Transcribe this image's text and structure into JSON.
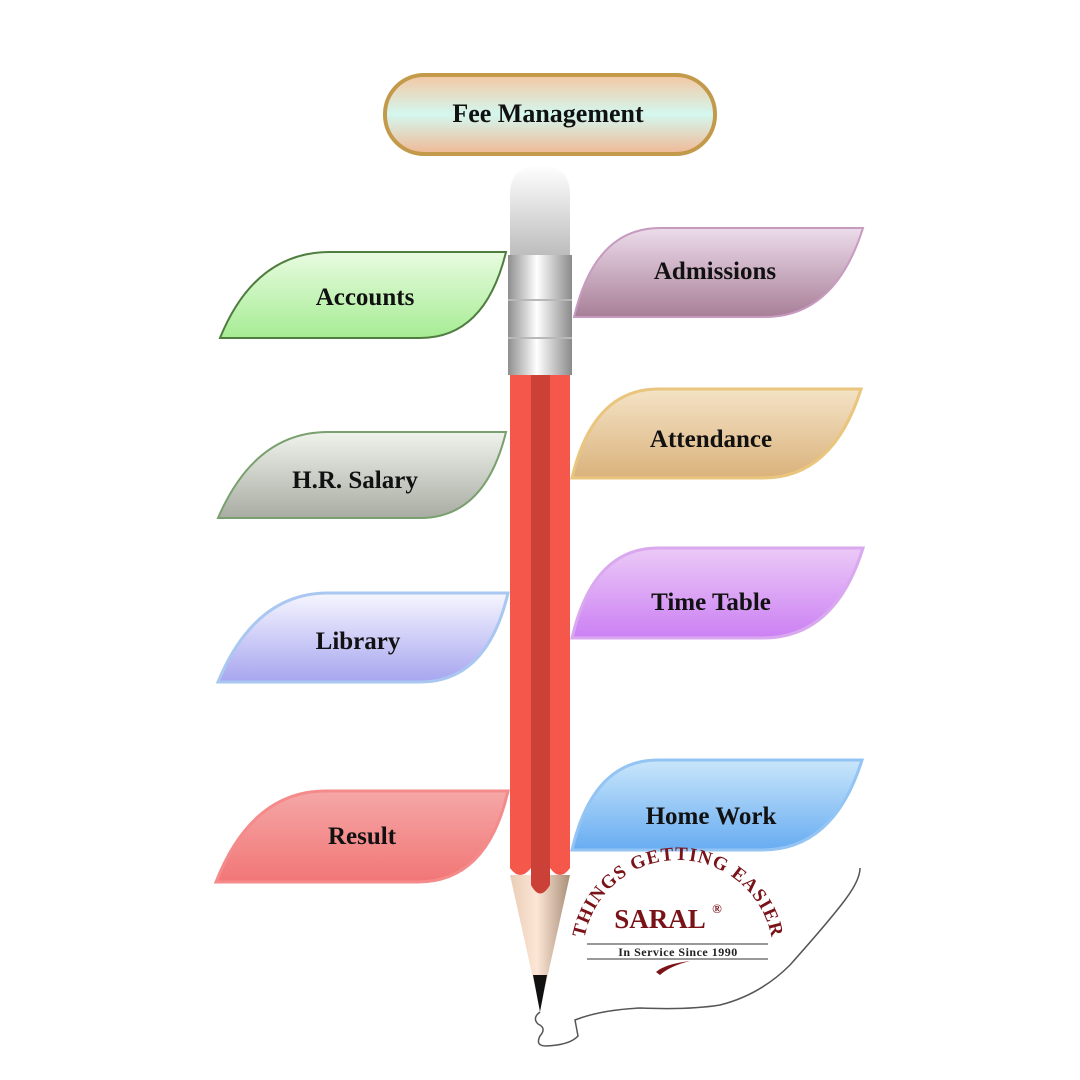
{
  "title": "Fee Management",
  "left_modules": [
    {
      "label": "Accounts",
      "colors": [
        "#e8fbe0",
        "#a6ec94"
      ],
      "stroke": "#4f7d3f"
    },
    {
      "label": "H.R. Salary",
      "colors": [
        "#f0f3ec",
        "#a9aca3"
      ],
      "stroke": "#79a06e"
    },
    {
      "label": "Library",
      "colors": [
        "#f6f6ff",
        "#a7a5ef"
      ],
      "stroke": "#a9c7f1"
    },
    {
      "label": "Result",
      "colors": [
        "#f5a7a7",
        "#f27676"
      ],
      "stroke": "#f58a8a"
    }
  ],
  "right_modules": [
    {
      "label": "Admissions",
      "colors": [
        "#ecdcea",
        "#a87f98"
      ],
      "stroke": "#c79ac0"
    },
    {
      "label": "Attendance",
      "colors": [
        "#f4e3c6",
        "#dab27c"
      ],
      "stroke": "#e9c57d"
    },
    {
      "label": "Time Table",
      "colors": [
        "#ebc9f6",
        "#cc80f4"
      ],
      "stroke": "#d9a8ef"
    },
    {
      "label": "Home Work",
      "colors": [
        "#c9e6fb",
        "#67acf1"
      ],
      "stroke": "#93c4f4"
    }
  ],
  "logo": {
    "arc_text": "THINGS GETTING EASIER",
    "brand": "SARAL",
    "registered": "®",
    "tagline": "In Service Since 1990"
  }
}
